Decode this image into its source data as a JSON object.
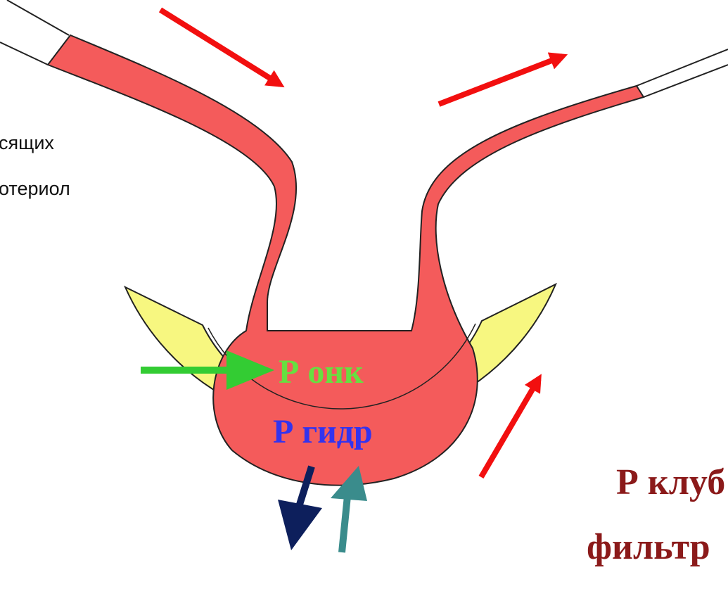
{
  "caption": {
    "line1": "сящих",
    "line2": "отериол"
  },
  "labels": {
    "onk": "Р онк",
    "gidr": "Р гидр",
    "klub_line1": "Р клуб",
    "klub_line2": "фильтр"
  },
  "colors": {
    "vessel": "#F45B5B",
    "capsule": "#F7F780",
    "arrow_blood": "#F20F0F",
    "arrow_onk": "#33CC33",
    "onk_text": "#66E040",
    "gidr_text": "#3333EE",
    "arrow_down": "#0D1F5C",
    "arrow_up": "#3A8C8C",
    "klub_text": "#8B1A1A"
  }
}
